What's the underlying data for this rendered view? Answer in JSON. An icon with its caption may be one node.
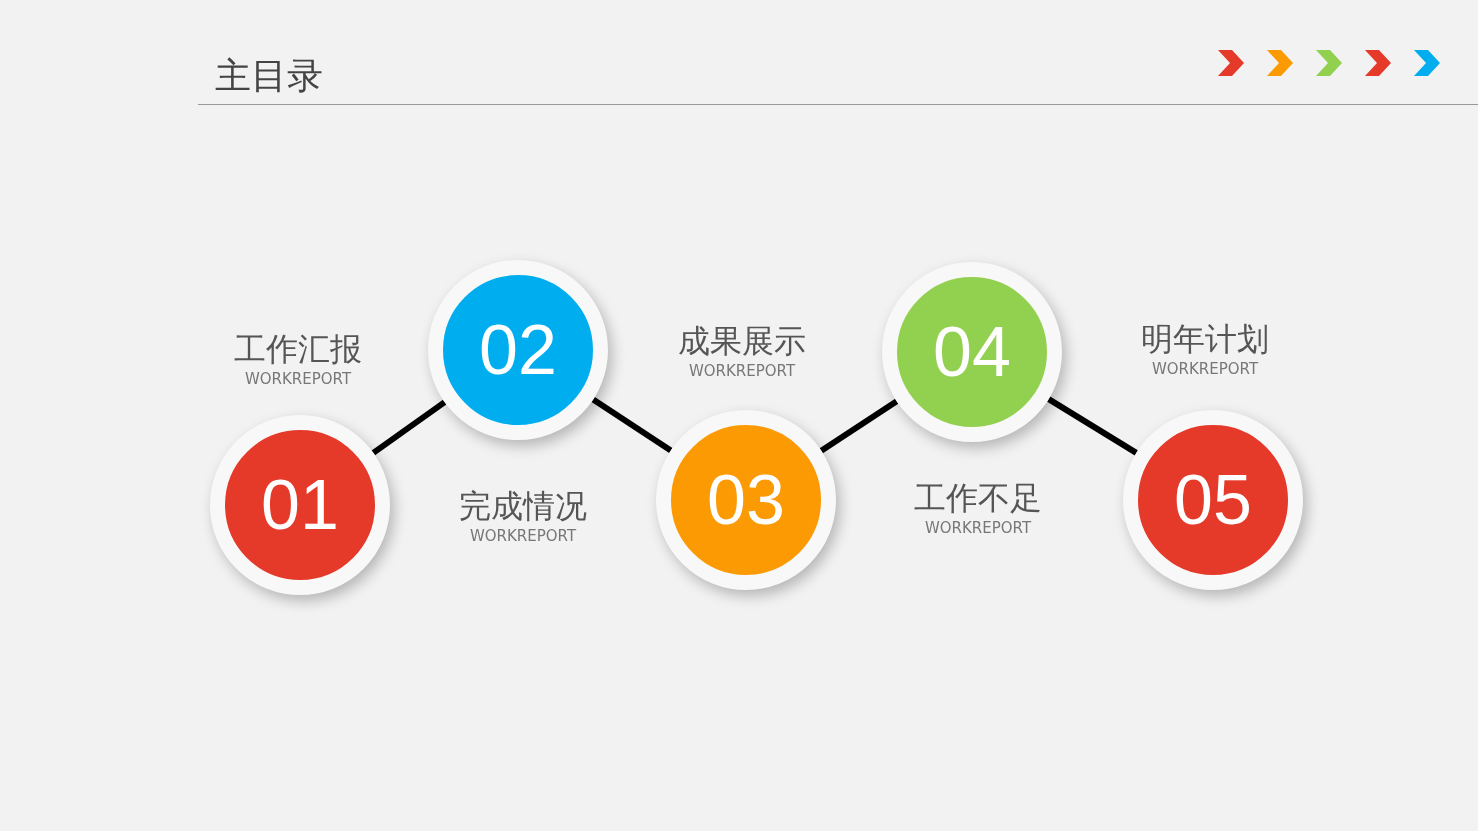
{
  "diagram": {
    "title": "主目录",
    "nodes": [
      {
        "text": [
          "01"
        ],
        "beside": [
          "工作汇报",
          "WORKREPORT"
        ]
      },
      {
        "text": [
          "02"
        ],
        "beside": [
          "完成情况",
          "WORKREPORT"
        ]
      },
      {
        "text": [
          "03"
        ],
        "beside": [
          "成果展示",
          "WORKREPORT"
        ]
      },
      {
        "text": [
          "04"
        ],
        "beside": [
          "工作不足",
          "WORKREPORT"
        ]
      },
      {
        "text": [
          "05"
        ],
        "beside": [
          "明年计划",
          "WORKREPORT"
        ]
      }
    ],
    "edges": [
      {
        "from": 0,
        "to": 1,
        "arrow": "none"
      },
      {
        "from": 1,
        "to": 2,
        "arrow": "none"
      },
      {
        "from": 2,
        "to": 3,
        "arrow": "none"
      },
      {
        "from": 3,
        "to": 4,
        "arrow": "none"
      }
    ]
  }
}
